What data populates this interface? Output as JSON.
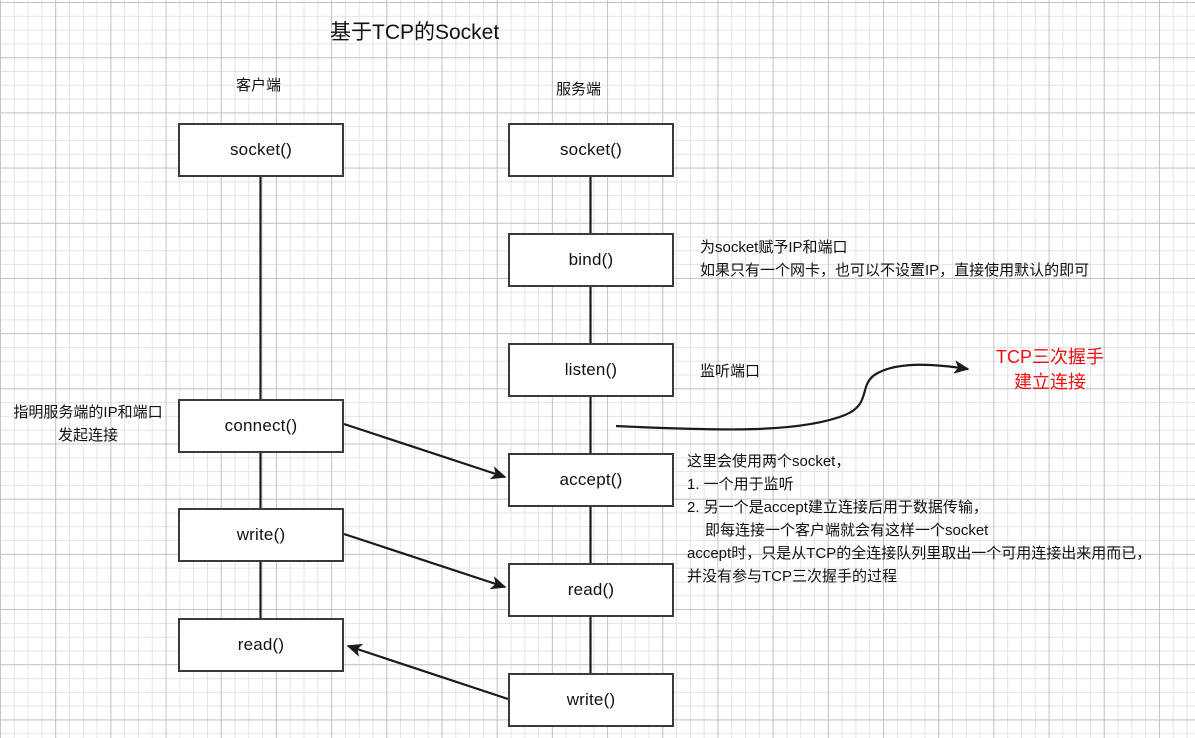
{
  "title": "基于TCP的Socket",
  "columns": {
    "client_label": "客户端",
    "server_label": "服务端"
  },
  "colors": {
    "node_border": "#3a3a3a",
    "edge": "#1a1a1a",
    "text": "#111111",
    "accent_red": "#ee1111",
    "grid_minor": "#e1e1e1",
    "grid_major": "#bebebe",
    "background": "#ffffff"
  },
  "client_nodes": [
    {
      "label": "socket()"
    },
    {
      "label": "connect()"
    },
    {
      "label": "write()"
    },
    {
      "label": "read()"
    }
  ],
  "server_nodes": [
    {
      "label": "socket()"
    },
    {
      "label": "bind()"
    },
    {
      "label": "listen()"
    },
    {
      "label": "accept()"
    },
    {
      "label": "read()"
    },
    {
      "label": "write()"
    }
  ],
  "annotations": {
    "connect_note_line1": "指明服务端的IP和端口",
    "connect_note_line2": "发起连接",
    "bind_note_line1": "为socket赋予IP和端口",
    "bind_note_line2": "如果只有一个网卡，也可以不设置IP，直接使用默认的即可",
    "listen_note": "监听端口",
    "handshake_line1": "TCP三次握手",
    "handshake_line2": "建立连接",
    "accept_note_line1": "这里会使用两个socket，",
    "accept_note_line2": "1. 一个用于监听",
    "accept_note_line3": "2. 另一个是accept建立连接后用于数据传输，",
    "accept_note_line4": "即每连接一个客户端就会有这样一个socket",
    "accept_note_red1": "accept时，只是从TCP的全连接队列里取出一个可用连接出来用而已，",
    "accept_note_red2": "并没有参与TCP三次握手的过程"
  }
}
